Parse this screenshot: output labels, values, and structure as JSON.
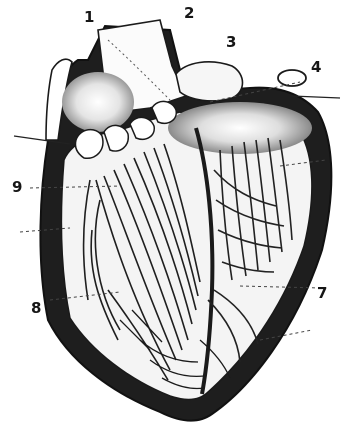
{
  "diagram": {
    "labels": {
      "l1": "1",
      "l2": "2",
      "l3": "3",
      "l4": "4",
      "l7": "7",
      "l8": "8",
      "l9": "9"
    },
    "colors": {
      "ink": "#161616",
      "paper": "#ffffff",
      "highlight": "#e9e9e9"
    }
  }
}
